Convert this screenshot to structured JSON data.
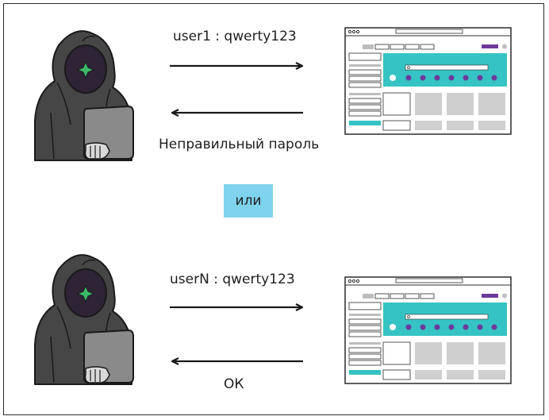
{
  "scenario_1": {
    "request_label": "user1 : qwerty123",
    "response_label": "Неправильный пароль"
  },
  "separator": {
    "label": "или"
  },
  "scenario_2": {
    "request_label": "userN : qwerty123",
    "response_label": "ОК"
  },
  "icons": {
    "attacker": "hooded-hacker-with-laptop-icon",
    "website": "browser-window-icon"
  },
  "colors": {
    "teal": "#35c3c3",
    "purple": "#6d3a9c",
    "hood": "#464646",
    "separator_bg": "#7fd3ec"
  }
}
